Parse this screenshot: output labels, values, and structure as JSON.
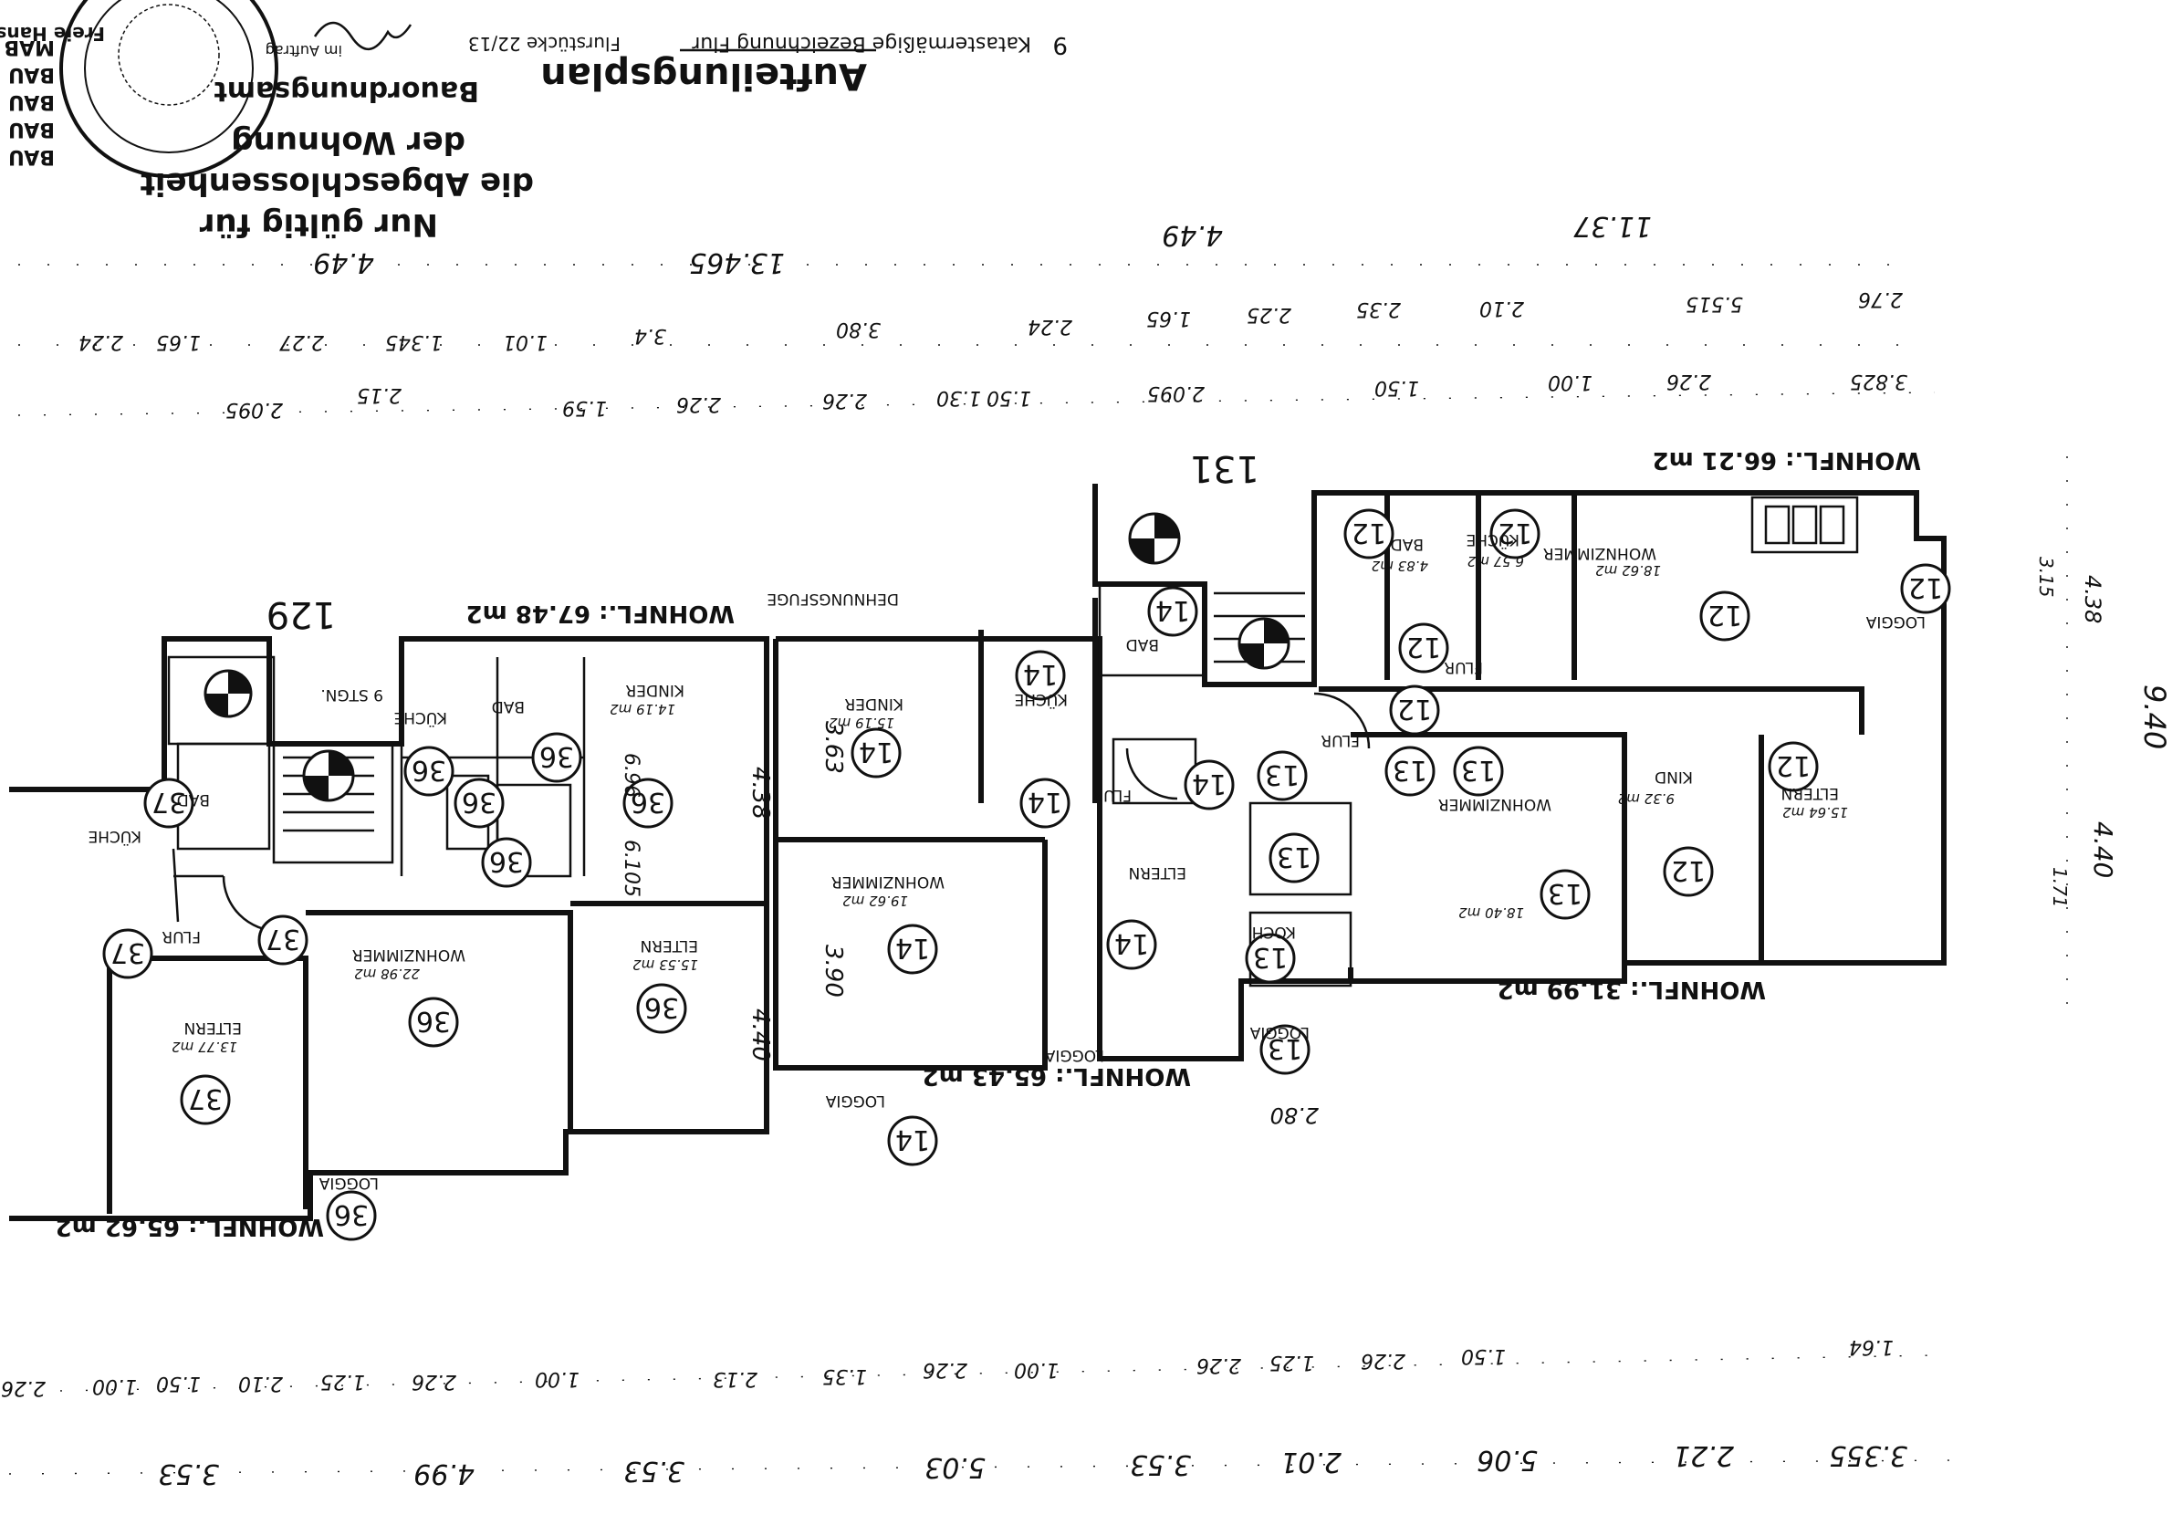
{
  "stamp": {
    "ring": "Freie Hansestadt Bremen",
    "office": "Bauordnungsamt",
    "valid_1": "Nur gültig für",
    "valid_2": "die Abgeschlossenheit",
    "valid_3": "der Wohnung",
    "side_labels": [
      "BAU",
      "BAU",
      "BAU",
      "BAU",
      "MAB"
    ],
    "signature_note": "im Auftrag"
  },
  "header": {
    "plan_title": "Aufteilungsplan",
    "plan_number": "9",
    "plan_subtitle": "Katastermäßige Bezeichnung Flur",
    "parcel": "Flurstücke 22/13"
  },
  "building_numbers": [
    "129",
    "131"
  ],
  "apartments": [
    {
      "id": "37",
      "area_label": "WOHNFL.: 65.62 m2"
    },
    {
      "id": "36",
      "area_label": "WOHNFL.: 67.48 m2"
    },
    {
      "id": "14",
      "area_label": "WOHNFL.: 65.43 m2"
    },
    {
      "id": "13",
      "area_label": "WOHNFL.: 31.99 m2"
    },
    {
      "id": "12",
      "area_label": "WOHNFL.: 66.21 m2"
    }
  ],
  "rooms": {
    "wohnzimmer": "WOHNZIMMER",
    "eltern": "ELTERN",
    "kinder": "KINDER",
    "kind": "KIND",
    "kueche": "KÜCHE",
    "bad": "BAD",
    "flur": "FLUR",
    "loggia": "LOGGIA",
    "dehnungsfuge": "DEHNUNGSFUGE",
    "stgn": "9 STGN.",
    "koch": "KOCH"
  },
  "room_areas": [
    "18.62 m2",
    "15.64 m2",
    "13.77 m2",
    "19.62 m2",
    "14.19 m2",
    "15.19 m2",
    "22.98 m2",
    "15.53 m2",
    "18.40 m2",
    "9.32 m2",
    "6.57 m2",
    "4.83 m2"
  ],
  "dims_top_row1": [
    "4.49",
    "13.465",
    "4.49",
    "11.37"
  ],
  "dims_top_row2": [
    "2.24",
    "1.65",
    "2.27",
    "1.345",
    "1.01",
    "3.4",
    "3.80",
    "2.24",
    "1.65",
    "2.25",
    "2.35",
    "2.10",
    "5.515",
    "2.76"
  ],
  "dims_top_row3": [
    "2.095",
    "2.15",
    "1.59",
    "2.26",
    "2.26",
    "1.30",
    "1.50",
    "2.095",
    "1.50",
    "1.00",
    "2.26",
    "3.825"
  ],
  "dims_bottom_row1": [
    "2.26",
    "1.00",
    "1.50",
    "2.10",
    "1.25",
    "2.26",
    "1.00",
    "2.13",
    "1.35",
    "2.26",
    "1.00",
    "2.26",
    "1.25",
    "2.26",
    "1.50",
    "1.64"
  ],
  "dims_bottom_row2": [
    "3.53",
    "4.99",
    "3.53",
    "5.03",
    "3.53",
    "2.01",
    "5.06",
    "2.21",
    "3.355"
  ],
  "dims_right": [
    "9.40",
    "4.38",
    "4.40",
    "3.15",
    "1.71"
  ],
  "interior_dims": [
    "4.38",
    "4.40",
    "3.90",
    "3.63",
    "6.96",
    "6.105",
    "2.80"
  ]
}
